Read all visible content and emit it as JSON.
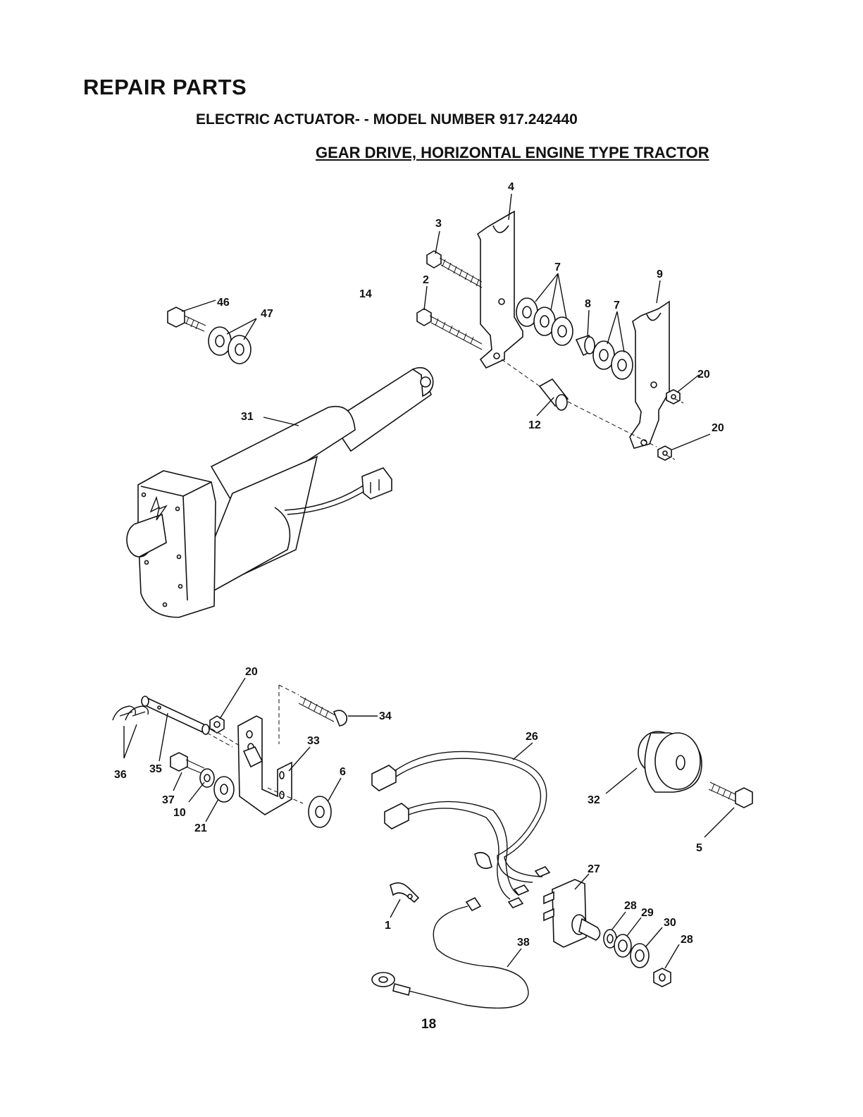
{
  "header": {
    "title": "REPAIR PARTS",
    "subtitle": "ELECTRIC ACTUATOR- - MODEL NUMBER 917.242440",
    "section": "GEAR DRIVE, HORIZONTAL ENGINE TYPE TRACTOR"
  },
  "callouts": [
    "4",
    "3",
    "7",
    "9",
    "2",
    "14",
    "8",
    "7",
    "46",
    "47",
    "20",
    "31",
    "12",
    "20",
    "20",
    "34",
    "33",
    "26",
    "36",
    "35",
    "6",
    "37",
    "10",
    "21",
    "32",
    "5",
    "27",
    "1",
    "28",
    "29",
    "30",
    "28",
    "38"
  ],
  "footer": {
    "page_number": "18"
  }
}
